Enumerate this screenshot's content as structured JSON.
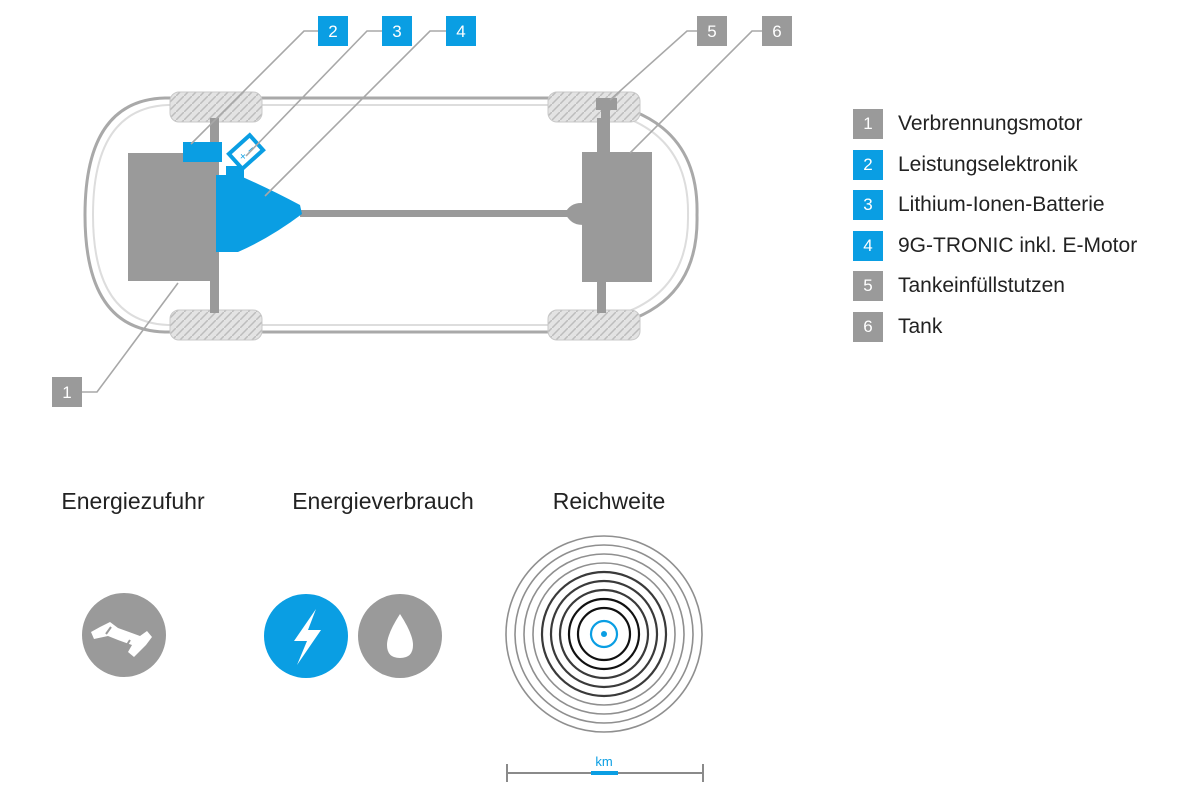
{
  "colors": {
    "gray": "#9a9a9a",
    "blue": "#0a9ee3",
    "tread": "#d4d4d4",
    "outline": "#a9a9a9"
  },
  "callouts": [
    {
      "number": "1",
      "color": "gray"
    },
    {
      "number": "2",
      "color": "blue"
    },
    {
      "number": "3",
      "color": "blue"
    },
    {
      "number": "4",
      "color": "blue"
    },
    {
      "number": "5",
      "color": "gray"
    },
    {
      "number": "6",
      "color": "gray"
    }
  ],
  "legend": [
    {
      "number": "1",
      "label": "Verbrennungsmotor",
      "color": "gray"
    },
    {
      "number": "2",
      "label": "Leistungselektronik",
      "color": "blue"
    },
    {
      "number": "3",
      "label": "Lithium-Ionen-Batterie",
      "color": "blue"
    },
    {
      "number": "4",
      "label": "9G-TRONIC inkl. E-Motor",
      "color": "blue"
    },
    {
      "number": "5",
      "label": "Tankeinfüllstutzen",
      "color": "gray"
    },
    {
      "number": "6",
      "label": "Tank",
      "color": "gray"
    }
  ],
  "sections": {
    "energy_supply": {
      "title": "Energiezufuhr",
      "icon": "fuel-nozzle-icon"
    },
    "energy_consumption": {
      "title": "Energieverbrauch",
      "icons": [
        "lightning-bolt-icon",
        "fuel-drop-icon"
      ]
    },
    "range": {
      "title": "Reichweite",
      "unit": "km",
      "icon": "range-rings-icon"
    }
  }
}
